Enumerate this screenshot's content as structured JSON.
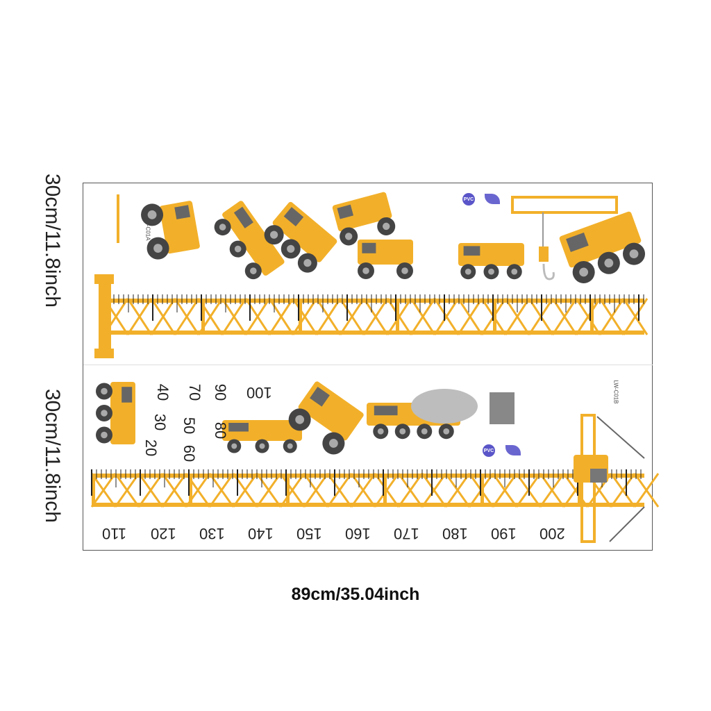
{
  "dimensions": {
    "height_top": "30cm/11.8inch",
    "height_bottom": "30cm/11.8inch",
    "width": "89cm/35.04inch"
  },
  "sheet_codes": {
    "top": "LW-C01A",
    "bottom": "LW-C01B"
  },
  "badges": {
    "material": "PVC"
  },
  "ruler_labels_bottom": [
    "110",
    "120",
    "130",
    "140",
    "150",
    "160",
    "170",
    "180",
    "190",
    "200"
  ],
  "ruler_labels_side": [
    "20",
    "30",
    "40",
    "50",
    "60",
    "70",
    "80",
    "90",
    "100"
  ],
  "colors": {
    "yellow": "#f2b02a",
    "dark": "#4a5a58",
    "wheel": "#444444"
  }
}
